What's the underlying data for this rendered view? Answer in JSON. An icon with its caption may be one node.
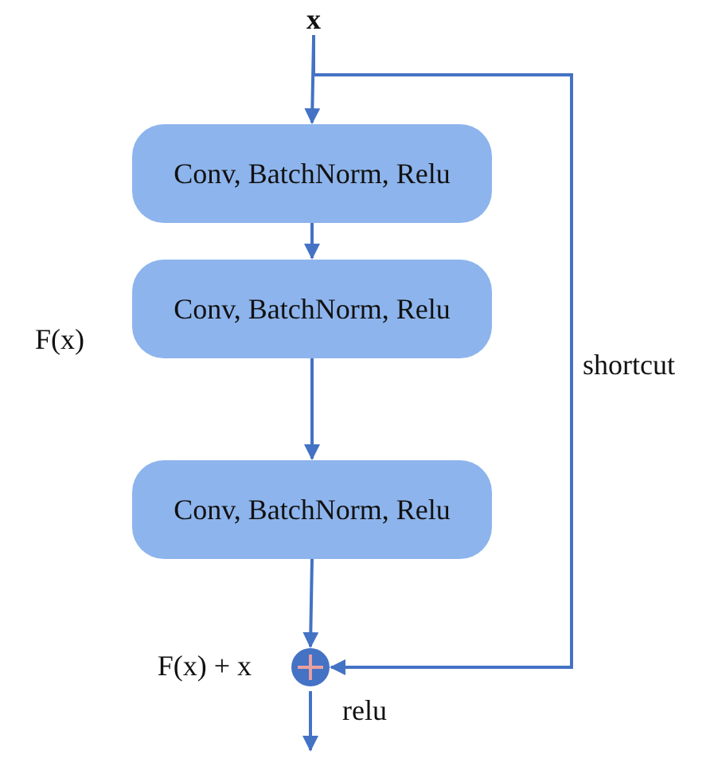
{
  "diagram": {
    "nodes": [
      {
        "text": [
          "x"
        ]
      },
      {
        "text": [
          "Conv, BatchNorm, Relu"
        ]
      },
      {
        "text": [
          "Conv, BatchNorm, Relu"
        ]
      },
      {
        "text": [
          "Conv, BatchNorm, Relu"
        ]
      },
      {
        "text": [],
        "shape": "circle",
        "beside": [
          "F(x) + x"
        ]
      }
    ],
    "edges": [
      {
        "from": 0,
        "to": 1,
        "arrow": "to"
      },
      {
        "from": 1,
        "to": 2,
        "arrow": "to"
      },
      {
        "from": 2,
        "to": 3,
        "arrow": "to"
      },
      {
        "from": 3,
        "to": 4,
        "arrow": "to"
      },
      {
        "from": 0,
        "to": 4,
        "arrow": "to",
        "label": "shortcut"
      },
      {
        "from": 4,
        "to": null,
        "arrow": "to",
        "label": "relu"
      }
    ],
    "labels": [
      "F(x)"
    ]
  }
}
